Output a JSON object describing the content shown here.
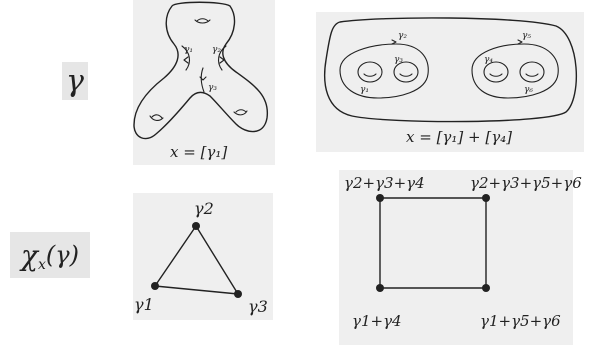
{
  "row_labels": {
    "gamma": "γ",
    "chi": "χ",
    "chi_sub": "x",
    "chi_arg": "(γ)"
  },
  "top_left": {
    "curves": [
      "γ1",
      "γ2",
      "γ3"
    ],
    "caption": "x = [γ1]"
  },
  "top_right": {
    "curves": [
      "γ1",
      "γ2",
      "γ3",
      "γ4",
      "γ5",
      "γ6"
    ],
    "caption": "x = [γ1] + [γ4]"
  },
  "bottom_left": {
    "vertices": [
      "γ2",
      "γ1",
      "γ3"
    ]
  },
  "bottom_right": {
    "vertices": [
      "γ2+γ3+γ4",
      "γ2+γ3+γ5+γ6",
      "γ1+γ4",
      "γ1+γ5+γ6"
    ]
  }
}
